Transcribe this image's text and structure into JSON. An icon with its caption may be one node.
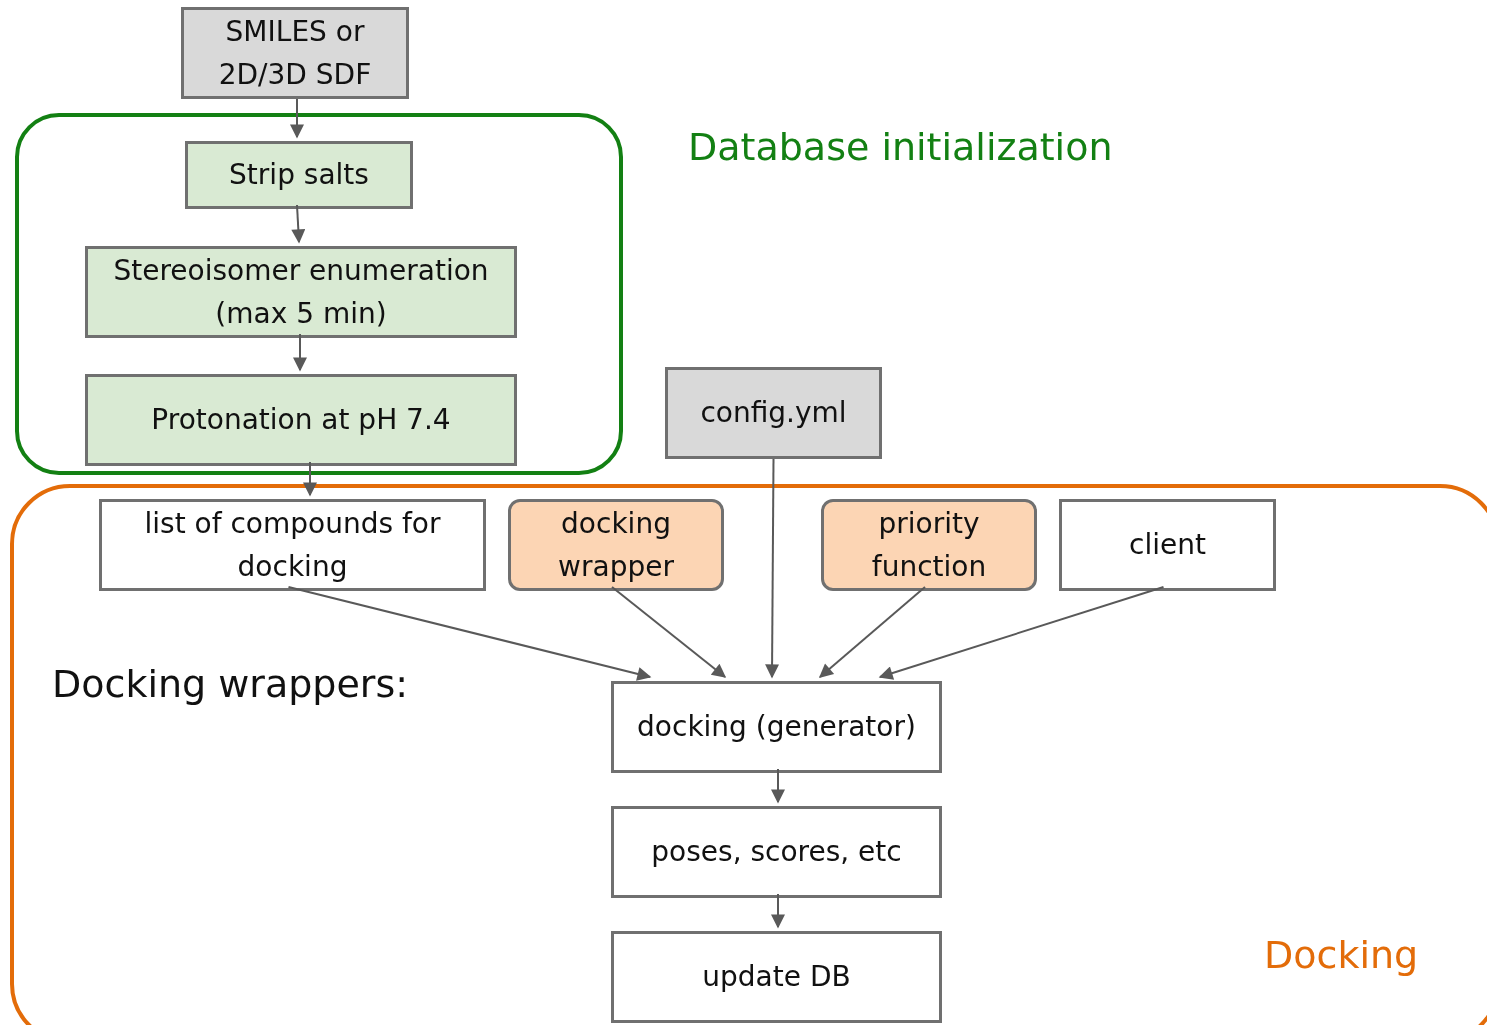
{
  "diagram": {
    "nodes": [
      {
        "text": [
          "SMILES or 2D/3D SDF"
        ]
      },
      {
        "text": [
          "Database initialization"
        ]
      },
      {
        "text": [
          "Strip salts"
        ],
        "in": 1
      },
      {
        "text": [
          "Stereoisomer enumeration (max 5 min)"
        ],
        "in": 1
      },
      {
        "text": [
          "Protonation at pH 7.4"
        ],
        "in": 1
      },
      {
        "text": [
          "config.yml"
        ]
      },
      {
        "text": [
          "Docking"
        ]
      },
      {
        "text": [
          "list of compounds for docking"
        ],
        "in": 6
      },
      {
        "text": [
          "docking wrapper"
        ],
        "in": 6
      },
      {
        "text": [
          "priority function"
        ],
        "in": 6
      },
      {
        "text": [
          "client"
        ],
        "in": 6
      },
      {
        "text": [
          "docking (generator)"
        ],
        "in": 6
      },
      {
        "text": [
          "poses, scores, etc"
        ],
        "in": 6
      },
      {
        "text": [
          "update DB"
        ],
        "in": 6
      }
    ],
    "edges": [
      {
        "from": 0,
        "to": 2,
        "arrow": "to"
      },
      {
        "from": 2,
        "to": 3,
        "arrow": "to"
      },
      {
        "from": 3,
        "to": 4,
        "arrow": "to"
      },
      {
        "from": 4,
        "to": 7,
        "arrow": "to"
      },
      {
        "from": 7,
        "to": 11,
        "arrow": "to"
      },
      {
        "from": 8,
        "to": 11,
        "arrow": "to"
      },
      {
        "from": 5,
        "to": 11,
        "arrow": "to"
      },
      {
        "from": 9,
        "to": 11,
        "arrow": "to"
      },
      {
        "from": 10,
        "to": 11,
        "arrow": "to"
      },
      {
        "from": 11,
        "to": 12,
        "arrow": "to"
      },
      {
        "from": 12,
        "to": 13,
        "arrow": "to"
      }
    ],
    "labels": [
      "Docking wrappers:"
    ]
  }
}
